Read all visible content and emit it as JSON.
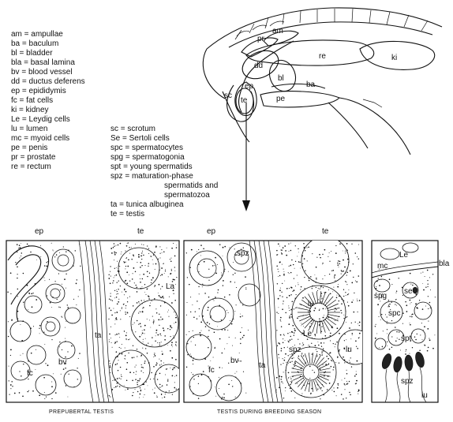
{
  "legend_left": [
    "am = ampullae",
    "ba = baculum",
    "bl = bladder",
    "bla = basal lamina",
    "bv = blood vessel",
    "dd = ductus deferens",
    "ep = epididymis",
    "fc = fat cells",
    "ki = kidney",
    "Le = Leydig cells",
    "lu = lumen",
    "mc = myoid cells",
    "pe = penis",
    "pr = prostate",
    "re = rectum"
  ],
  "legend_right": [
    "sc = scrotum",
    "Se = Sertoli cells",
    "spc = spermatocytes",
    "spg = spermatogonia",
    "spt = young spermatids",
    "spz = maturation-phase",
    "spermatids and",
    "spermatozoa",
    "ta = tunica albuginea",
    "te = testis"
  ],
  "anatomy_labels": {
    "pr": "pr",
    "am": "am",
    "dd": "dd",
    "re": "re",
    "ki": "ki",
    "bl": "bl",
    "ep": "ep",
    "sc": "sc",
    "te": "te",
    "ba": "ba",
    "pe": "pe"
  },
  "panel1": {
    "ep": "ep",
    "te": "te",
    "ta": "ta",
    "fc": "fc",
    "bv": "bv",
    "la": "La",
    "caption": "PREPUBERTAL TESTIS"
  },
  "panel2": {
    "ep": "ep",
    "te": "te",
    "spz_top": "spz",
    "lu_a": "lu",
    "lu_b": "lu",
    "spz": "spz",
    "le": "Le",
    "ta": "ta",
    "fc": "fc",
    "bv": "bv",
    "caption": "TESTIS DURING BREEDING SEASON"
  },
  "panel3": {
    "le": "Le",
    "bla": "bla",
    "mc": "mc",
    "se": "se",
    "spg": "spg",
    "spc": "spc",
    "spt": "spt",
    "spz": "spz",
    "lu": "lu"
  }
}
